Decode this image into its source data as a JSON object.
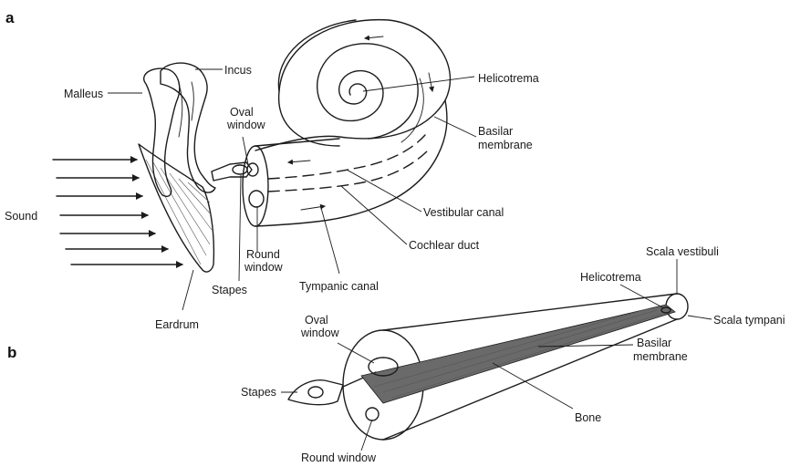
{
  "panels": {
    "a": "a",
    "b": "b"
  },
  "labels_a": {
    "incus": "Incus",
    "malleus": "Malleus",
    "oval_window": [
      "Oval",
      "window"
    ],
    "helicotrema": "Helicotrema",
    "basilar_membrane": [
      "Basilar",
      "membrane"
    ],
    "sound": "Sound",
    "vestibular_canal": "Vestibular canal",
    "round_window": [
      "Round",
      "window"
    ],
    "cochlear_duct": "Cochlear duct",
    "stapes": "Stapes",
    "tympanic_canal": "Tympanic canal",
    "eardrum": "Eardrum"
  },
  "labels_b": {
    "scala_vestibuli": "Scala vestibuli",
    "helicotrema": "Helicotrema",
    "scala_tympani": "Scala tympani",
    "oval_window": [
      "Oval",
      "window"
    ],
    "basilar_membrane": [
      "Basilar",
      "membrane"
    ],
    "stapes": "Stapes",
    "bone": "Bone",
    "round_window": "Round window"
  }
}
